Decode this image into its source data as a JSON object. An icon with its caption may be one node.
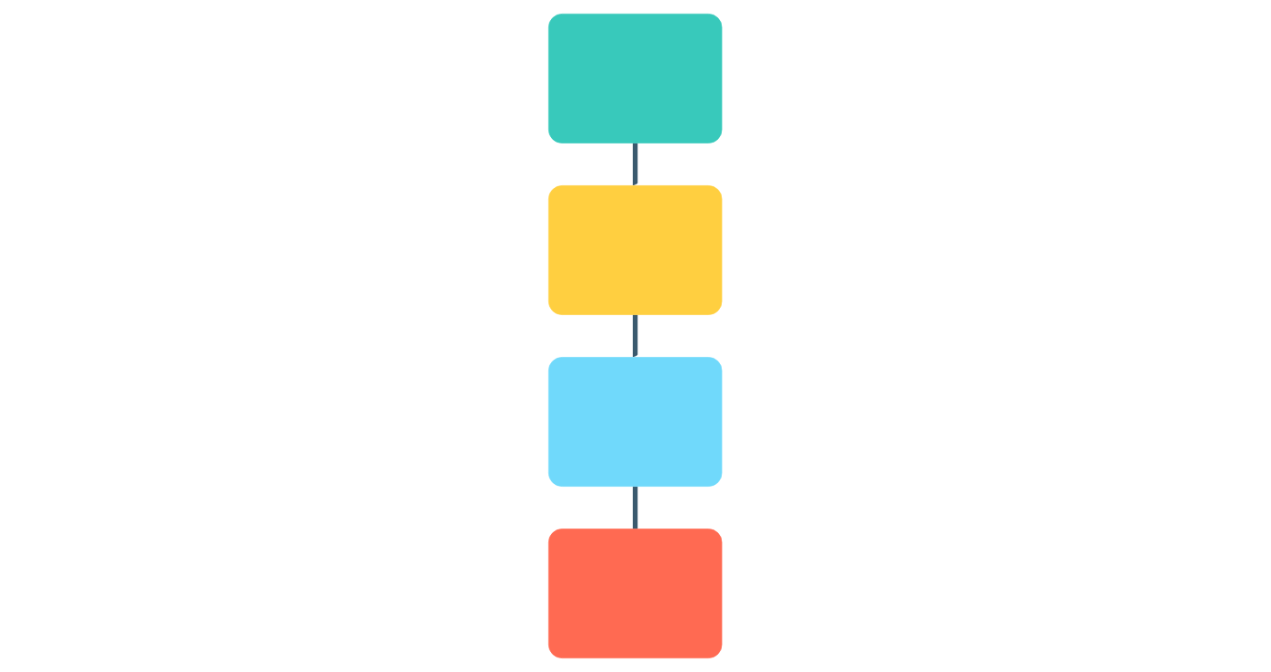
{
  "diagram": {
    "nodes": [
      {
        "text": [],
        "shape": "box"
      },
      {
        "text": [],
        "shape": "box"
      },
      {
        "text": [],
        "shape": "box"
      },
      {
        "text": [],
        "shape": "box"
      }
    ],
    "edges": [
      {
        "from": 0,
        "to": 1,
        "arrow": "to"
      },
      {
        "from": 1,
        "to": 2,
        "arrow": "to"
      },
      {
        "from": 2,
        "to": 3,
        "arrow": "none"
      }
    ]
  }
}
